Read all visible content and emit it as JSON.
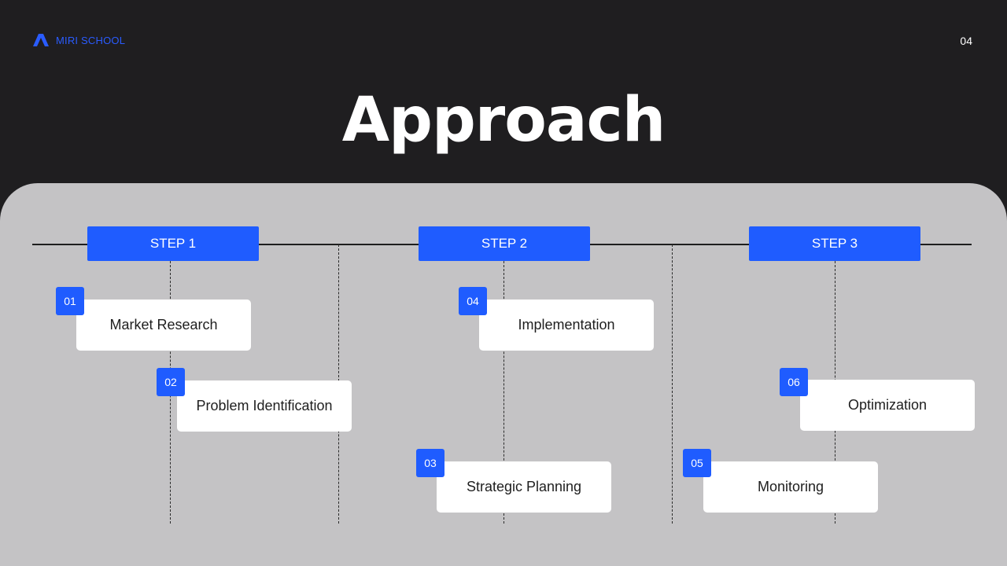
{
  "brand": {
    "name": "MIRI SCHOOL",
    "logo_icon": "triangle-a-logo-icon",
    "color": "#2a5cff"
  },
  "page_number": "04",
  "title": "Approach",
  "steps": [
    {
      "label": "STEP 1"
    },
    {
      "label": "STEP 2"
    },
    {
      "label": "STEP 3"
    }
  ],
  "items": [
    {
      "number": "01",
      "label": "Market Research",
      "step": "STEP 1"
    },
    {
      "number": "02",
      "label": "Problem Identification",
      "step": "STEP 1"
    },
    {
      "number": "03",
      "label": "Strategic Planning",
      "step": "STEP 2"
    },
    {
      "number": "04",
      "label": "Implementation",
      "step": "STEP 2"
    },
    {
      "number": "05",
      "label": "Monitoring",
      "step": "STEP 3"
    },
    {
      "number": "06",
      "label": "Optimization",
      "step": "STEP 3"
    }
  ],
  "colors": {
    "accent": "#1f5cff",
    "background": "#1f1e20",
    "panel": "#c4c3c5"
  }
}
